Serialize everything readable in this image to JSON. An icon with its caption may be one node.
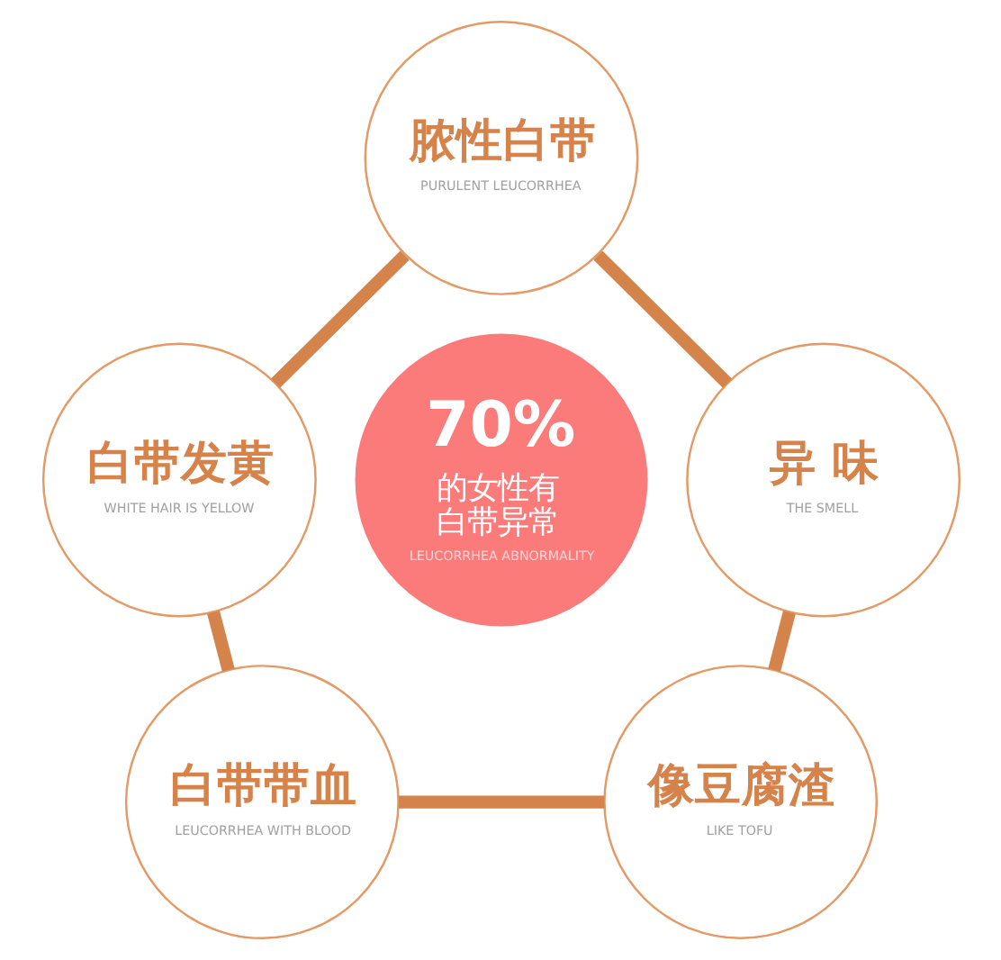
{
  "diagram": {
    "nodes": [
      {
        "text": [
          "脓性白带",
          "PURULENT LEUCORRHEA"
        ]
      },
      {
        "text": [
          "白带发黄",
          "WHITE HAIR IS YELLOW"
        ]
      },
      {
        "text": [
          "70%",
          "的女性有白带异常",
          "LEUCORRHEA ABNORMALITY"
        ]
      },
      {
        "text": [
          "异 味",
          "THE SMELL"
        ]
      },
      {
        "text": [
          "白带带血",
          "LEUCORRHEA WITH BLOOD"
        ]
      },
      {
        "text": [
          "像豆腐渣",
          "LIKE TOFU"
        ]
      }
    ],
    "edges": [
      {
        "from": 0,
        "to": 3,
        "arrow": "none"
      },
      {
        "from": 3,
        "to": 5,
        "arrow": "none"
      },
      {
        "from": 4,
        "to": 5,
        "arrow": "none"
      },
      {
        "from": 1,
        "to": 4,
        "arrow": "none"
      },
      {
        "from": 0,
        "to": 1,
        "arrow": "none"
      }
    ]
  }
}
